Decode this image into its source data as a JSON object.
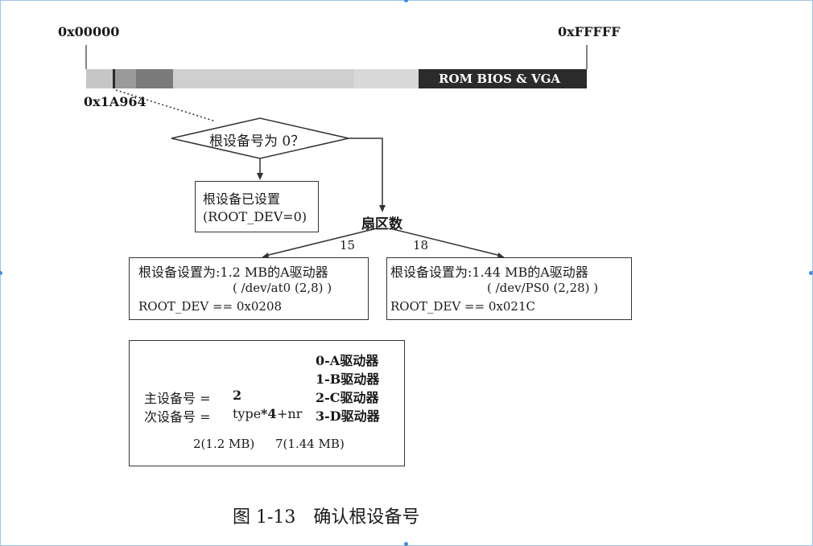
{
  "memory": {
    "start_label": "0x00000",
    "end_label": "0xFFFFF",
    "marker_label": "0x1A964",
    "rom_label": "ROM BIOS & VGA"
  },
  "decision": {
    "label": "根设备号为 0？"
  },
  "already_set": {
    "line1": "根设备已设置",
    "line2": "(ROOT_DEV=0)"
  },
  "sectors": {
    "label": "扇区数",
    "left_value": "15",
    "right_value": "18"
  },
  "box_left": {
    "line1": "根设备设置为:1.2 MB的A驱动器",
    "line2": "( /dev/at0 (2,8) )",
    "line3": "ROOT_DEV == 0x0208"
  },
  "box_right": {
    "line1": "根设备设置为:1.44 MB的A驱动器",
    "line2": "( /dev/PS0 (2,28) )",
    "line3": "ROOT_DEV == 0x021C"
  },
  "formula": {
    "major_label": "主设备号 =",
    "major_value": "2",
    "minor_label": "次设备号 =",
    "minor_type": "type",
    "minor_mult": "*4",
    "minor_plus": "+nr",
    "drives": [
      "0-A驱动器",
      "1-B驱动器",
      "2-C驱动器",
      "3-D驱动器"
    ],
    "type_options": [
      "2(1.2 MB)",
      "7(1.44 MB)"
    ]
  },
  "caption": "图 1-13　确认根设备号"
}
